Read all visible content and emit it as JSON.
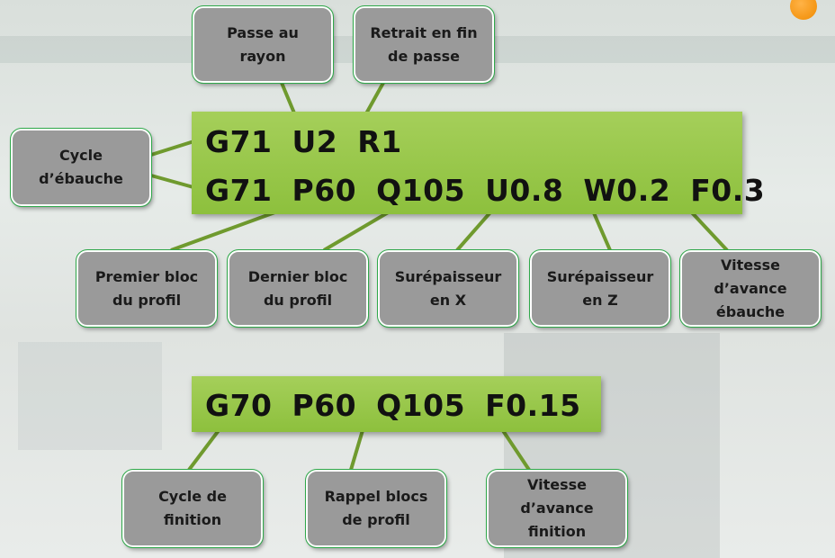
{
  "rough_cycle": {
    "line1": [
      "G71",
      "U2",
      "R1"
    ],
    "line2": [
      "G71",
      "P60",
      "Q105",
      "U0.8",
      "W0.2",
      "F0.3"
    ]
  },
  "finish_cycle": {
    "line": [
      "G70",
      "P60",
      "Q105",
      "F0.15"
    ]
  },
  "labels": {
    "passe_rayon": "Passe au rayon",
    "retrait": "Retrait en fin de passe",
    "cycle_ebauche": "Cycle d’ébauche",
    "premier_bloc": "Premier bloc du profil",
    "dernier_bloc": "Dernier bloc du profil",
    "surep_x": "Surépaisseur en X",
    "surep_z": "Surépaisseur en Z",
    "vitesse_ebauche": "Vitesse d’avance ébauche",
    "cycle_finition": "Cycle de finition",
    "rappel_blocs": "Rappel blocs de profil",
    "vitesse_finition": "Vitesse d’avance finition"
  },
  "colors": {
    "code_bar": "#97c64a",
    "callout_fill": "#9a9a9a",
    "callout_border": "#2fa84a",
    "connector": "#6f9a2e"
  }
}
